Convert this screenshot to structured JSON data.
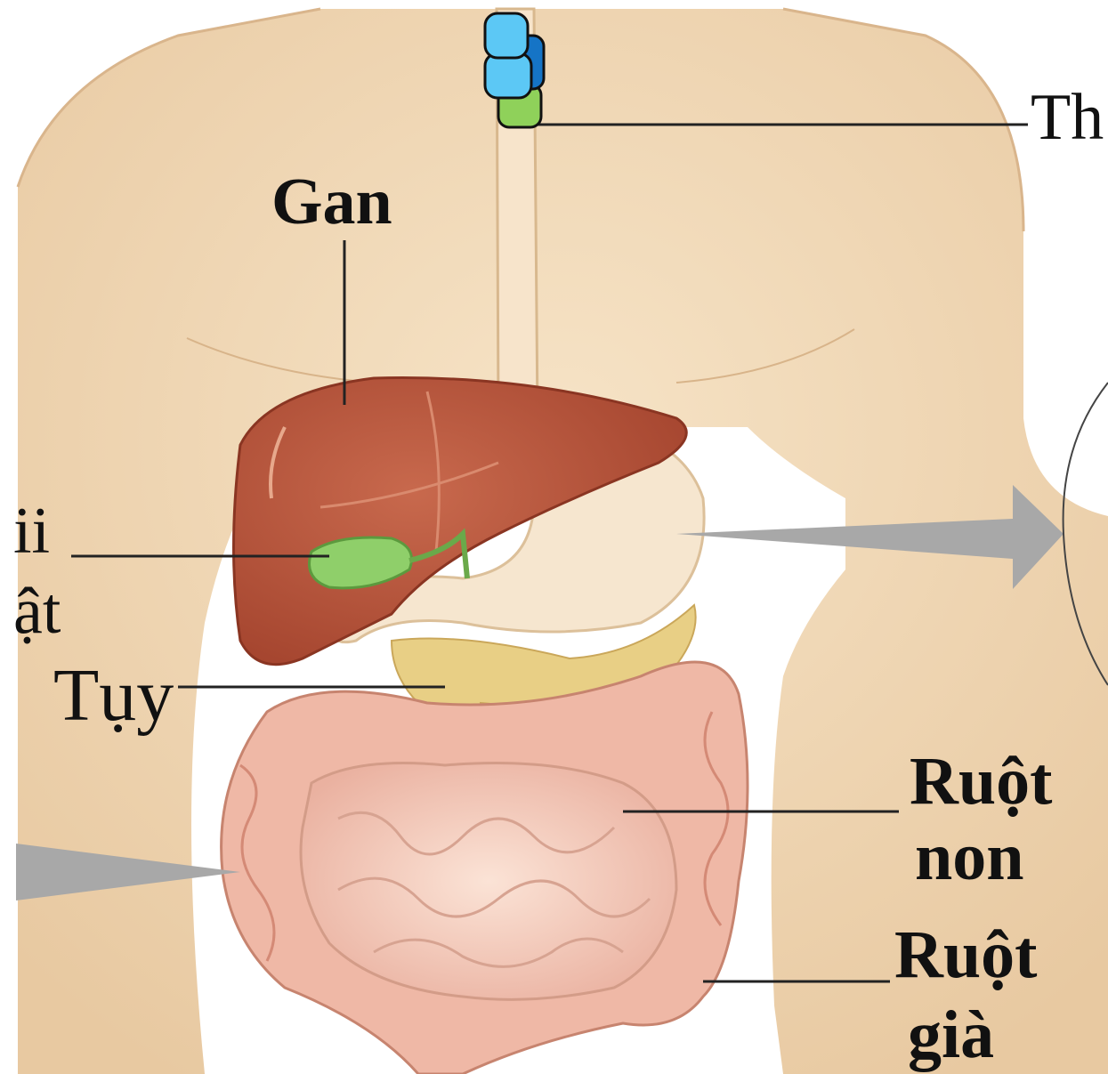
{
  "labels": {
    "liver": "Gan",
    "stomach_partial": "Th",
    "gallbladder_line1": "ii",
    "gallbladder_line2": "ật",
    "pancreas": "Tụy",
    "small_intestine_line1": "Ruột",
    "small_intestine_line2": "non",
    "large_intestine_line1": "Ruột",
    "large_intestine_line2": "già"
  },
  "icons": [
    "capsule-icon",
    "right-arrow-icon",
    "left-arrow-icon"
  ],
  "colors": {
    "skin": "#f1d9b8",
    "liver": "#b9573d",
    "gallbladder": "#8fcf6a",
    "stomach": "#f6e6cf",
    "pancreas": "#e8cf85",
    "intestine": "#efb8a6",
    "capsule_light_blue": "#5cc8f5",
    "capsule_dark_blue": "#1574c6",
    "capsule_green": "#8fd15a",
    "arrow_gray": "#a8a8a8"
  }
}
